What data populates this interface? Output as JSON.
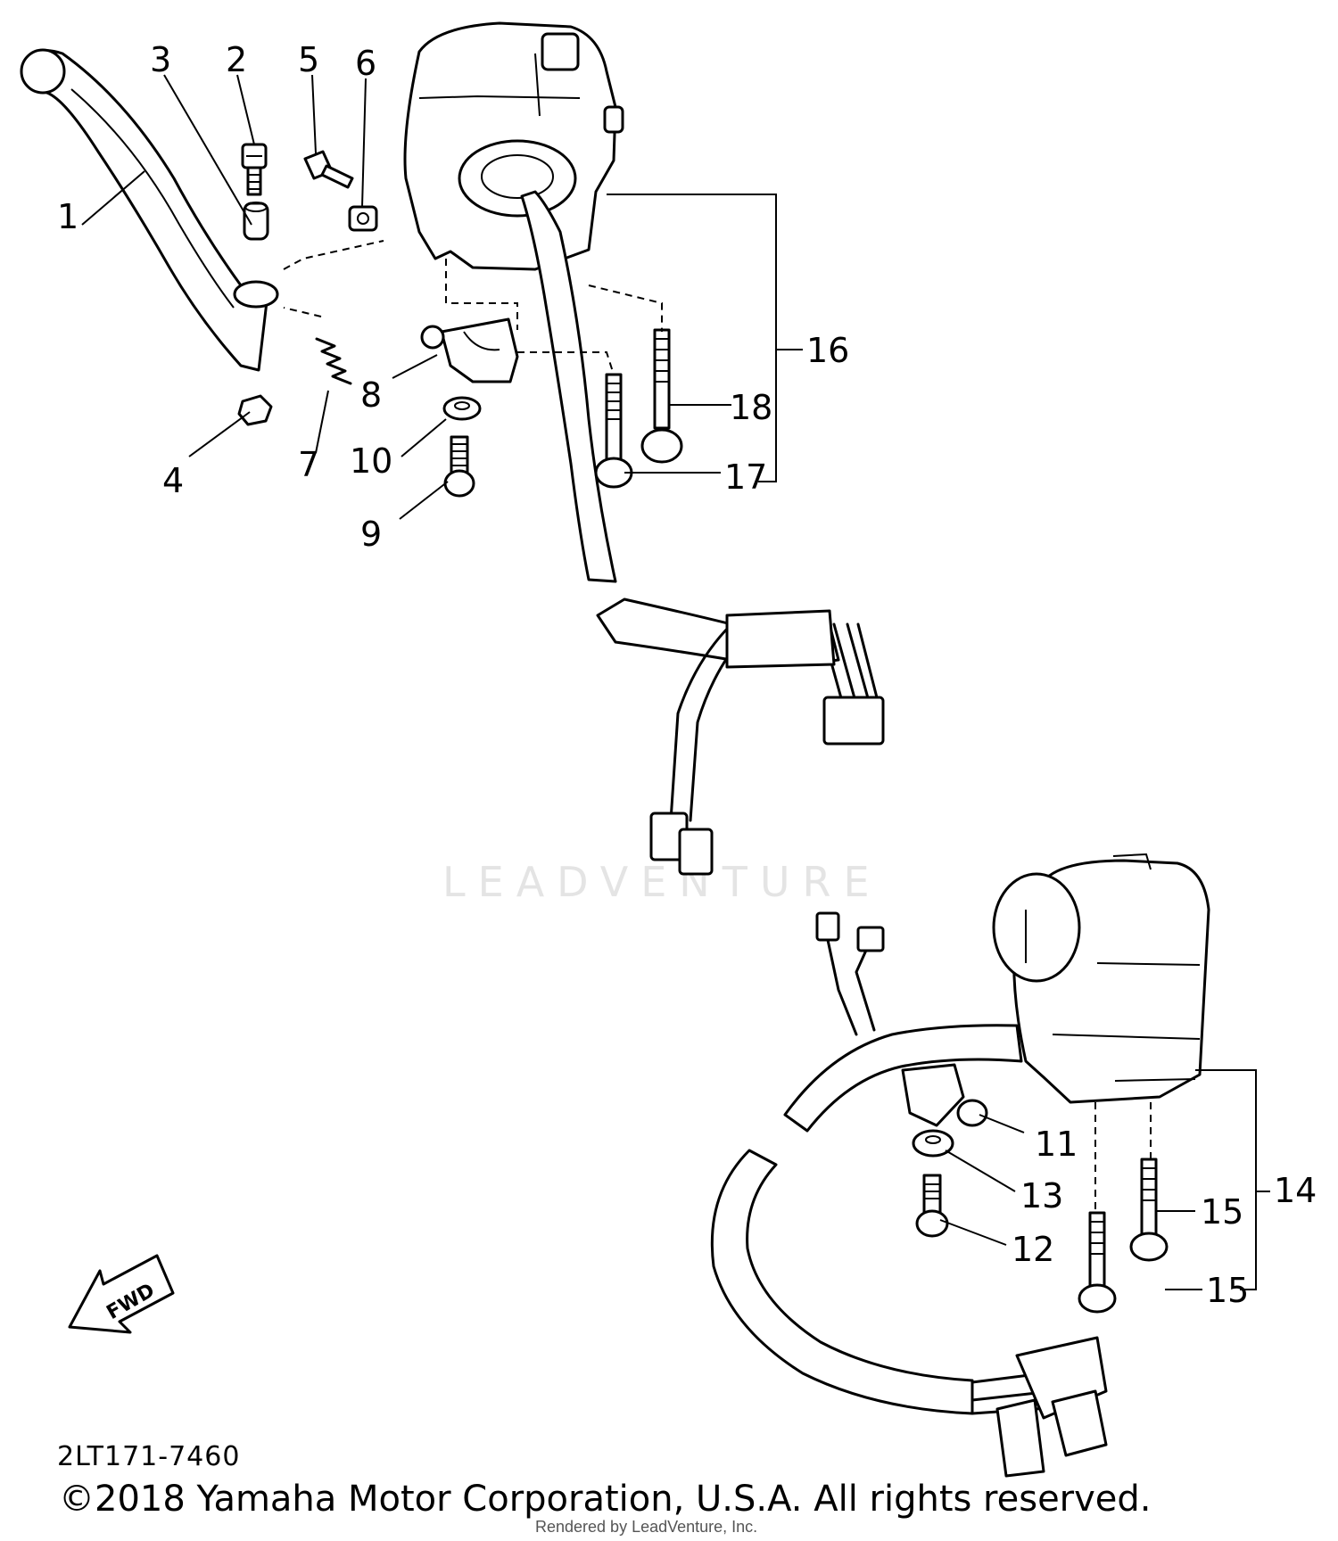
{
  "diagram": {
    "part_code": "2LT171-7460",
    "direction_label": "FWD",
    "copyright": "©2018 Yamaha Motor Corporation, U.S.A. All rights reserved.",
    "rendered_by": "Rendered by LeadVenture, Inc.",
    "watermark": "LEADVENTURE",
    "callouts": {
      "c1": "1",
      "c2": "2",
      "c3": "3",
      "c4": "4",
      "c5": "5",
      "c6": "6",
      "c7": "7",
      "c8": "8",
      "c9": "9",
      "c10": "10",
      "c11": "11",
      "c12": "12",
      "c13": "13",
      "c14": "14",
      "c15a": "15",
      "c15b": "15",
      "c16": "16",
      "c17": "17",
      "c18": "18"
    }
  }
}
